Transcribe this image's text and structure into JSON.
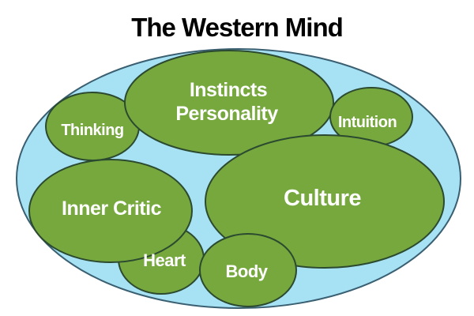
{
  "title": "The Western Mind",
  "colors": {
    "background": "#ffffff",
    "outer_ellipse_fill": "#a6e1f4",
    "outer_ellipse_stroke": "#3a5f71",
    "bubble_fill": "#77a83e",
    "bubble_stroke": "#2b4a2f",
    "label_text": "#ffffff",
    "title_text": "#000000"
  },
  "bubbles": {
    "thinking": "Thinking",
    "instincts_line1": "Instincts",
    "instincts_line2": "Personality",
    "intuition": "Intuition",
    "inner_critic": "Inner Critic",
    "culture": "Culture",
    "heart": "Heart",
    "body": "Body"
  }
}
